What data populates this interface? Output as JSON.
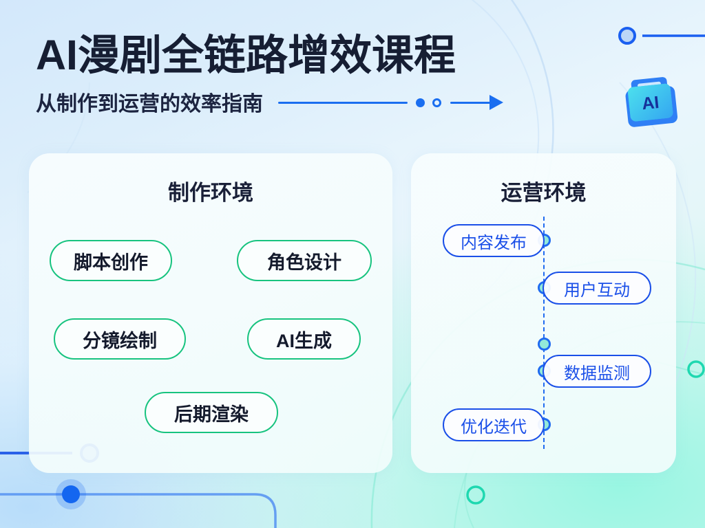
{
  "header": {
    "title": "AI漫剧全链路增效课程",
    "subtitle": "从制作到运营的效率指南",
    "badge_icon_label": "AI",
    "accent_blue": "#1a6ef0",
    "title_color": "#161e33"
  },
  "cards": [
    {
      "id": "production",
      "title": "制作环境",
      "accent": "#17c37f",
      "items": [
        {
          "label": "脚本创作"
        },
        {
          "label": "角色设计"
        },
        {
          "label": "分镜绘制"
        },
        {
          "label": "AI生成"
        },
        {
          "label": "后期渲染"
        }
      ]
    },
    {
      "id": "operation",
      "title": "运营环境",
      "accent": "#1a4fe8",
      "timeline_dot_count": 5,
      "items": [
        {
          "label": "内容发布",
          "side": "left"
        },
        {
          "label": "用户互动",
          "side": "right"
        },
        {
          "label": "数据监测",
          "side": "right"
        },
        {
          "label": "优化迭代",
          "side": "left"
        }
      ]
    }
  ],
  "decorations": {
    "top_right_ring_color": "#1a6ef0",
    "bottom_left_dot_color": "#1466f0",
    "bottom_right_ring_color": "#1fd8b0",
    "arc_stroke_color": "#bcd9f5"
  }
}
